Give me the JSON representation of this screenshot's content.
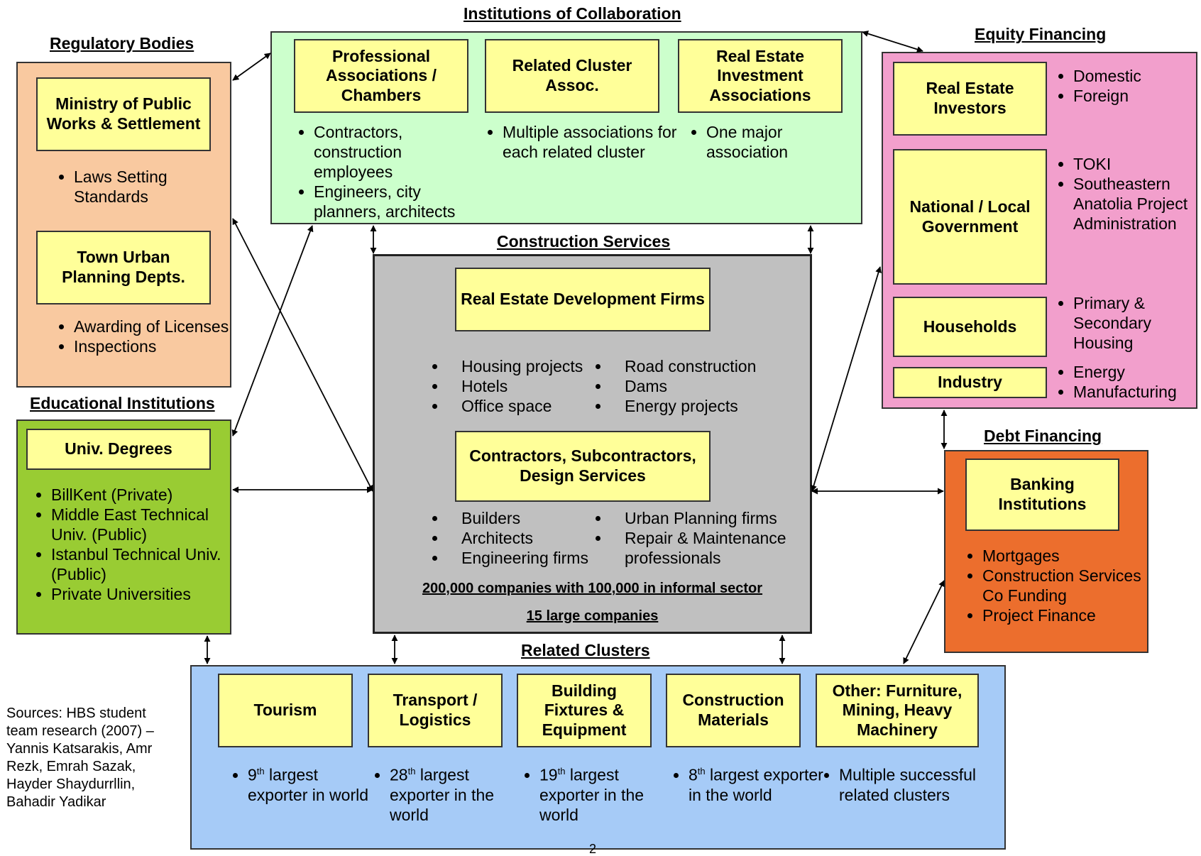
{
  "colors": {
    "collaboration": "#ccffcc",
    "regulatory": "#f9c9a0",
    "educational": "#99cc33",
    "construction": "#c0c0c0",
    "equity": "#f29fcc",
    "debt": "#ec6e2d",
    "clusters": "#a6cbf7",
    "node": "#ffff99"
  },
  "collaboration": {
    "header": "Institutions of Collaboration",
    "boxes": [
      {
        "label": "Professional Associations / Chambers",
        "items": [
          "Contractors, construction employees",
          "Engineers, city planners, architects"
        ]
      },
      {
        "label": "Related Cluster Assoc.",
        "items": [
          "Multiple associations for each related cluster"
        ]
      },
      {
        "label": "Real Estate Investment Associations",
        "items": [
          "One major association"
        ]
      }
    ]
  },
  "regulatory": {
    "header": "Regulatory Bodies",
    "boxes": [
      {
        "label": "Ministry of Public Works & Settlement",
        "items": [
          "Laws Setting Standards"
        ]
      },
      {
        "label": "Town Urban Planning Depts.",
        "items": [
          "Awarding of Licenses",
          "Inspections"
        ]
      }
    ]
  },
  "educational": {
    "header": "Educational Institutions",
    "box": "Univ. Degrees",
    "items": [
      "BillKent (Private)",
      "Middle East Technical Univ. (Public)",
      "Istanbul Technical Univ. (Public)",
      "Private Universities"
    ]
  },
  "construction": {
    "header": "Construction Services",
    "box1": "Real Estate Development Firms",
    "list1a": [
      "Housing projects",
      "Hotels",
      "Office space"
    ],
    "list1b": [
      "Road construction",
      "Dams",
      "Energy projects"
    ],
    "box2": "Contractors, Subcontractors, Design Services",
    "list2a": [
      "Builders",
      "Architects",
      "Engineering firms"
    ],
    "list2b": [
      "Urban Planning firms",
      "Repair & Maintenance professionals"
    ],
    "stat1": "200,000 companies with 100,000 in informal sector",
    "stat2": "15 large companies"
  },
  "equity": {
    "header": "Equity Financing",
    "boxes": [
      {
        "label": "Real Estate Investors",
        "items": [
          "Domestic",
          "Foreign"
        ]
      },
      {
        "label": "National / Local Government",
        "items": [
          "TOKI",
          "Southeastern Anatolia Project Administration"
        ]
      },
      {
        "label": "Households",
        "items": [
          "Primary & Secondary Housing"
        ]
      },
      {
        "label": "Industry",
        "items": [
          "Energy",
          "Manufacturing"
        ]
      }
    ]
  },
  "debt": {
    "header": "Debt Financing",
    "box": "Banking Institutions",
    "items": [
      "Mortgages",
      "Construction Services Co Funding",
      "Project Finance"
    ]
  },
  "clusters": {
    "header": "Related Clusters",
    "boxes": [
      {
        "label": "Tourism",
        "num": "9",
        "sup": "th",
        "rest": " largest exporter in world"
      },
      {
        "label": "Transport / Logistics",
        "num": "28",
        "sup": "th",
        "rest": " largest exporter in the world"
      },
      {
        "label": "Building Fixtures & Equipment",
        "num": "19",
        "sup": "th",
        "rest": " largest exporter in the world"
      },
      {
        "label": "Construction Materials",
        "num": "8",
        "sup": "th",
        "rest": " largest exporter in the world"
      },
      {
        "label": "Other: Furniture, Mining, Heavy Machinery",
        "num": "",
        "sup": "",
        "rest": "Multiple successful related clusters"
      }
    ]
  },
  "sources": "Sources: HBS student team research (2007) – Yannis Katsarakis, Amr Rezk, Emrah Sazak, Hayder Shaydurrllin, Bahadir Yadikar",
  "page_number": "2"
}
